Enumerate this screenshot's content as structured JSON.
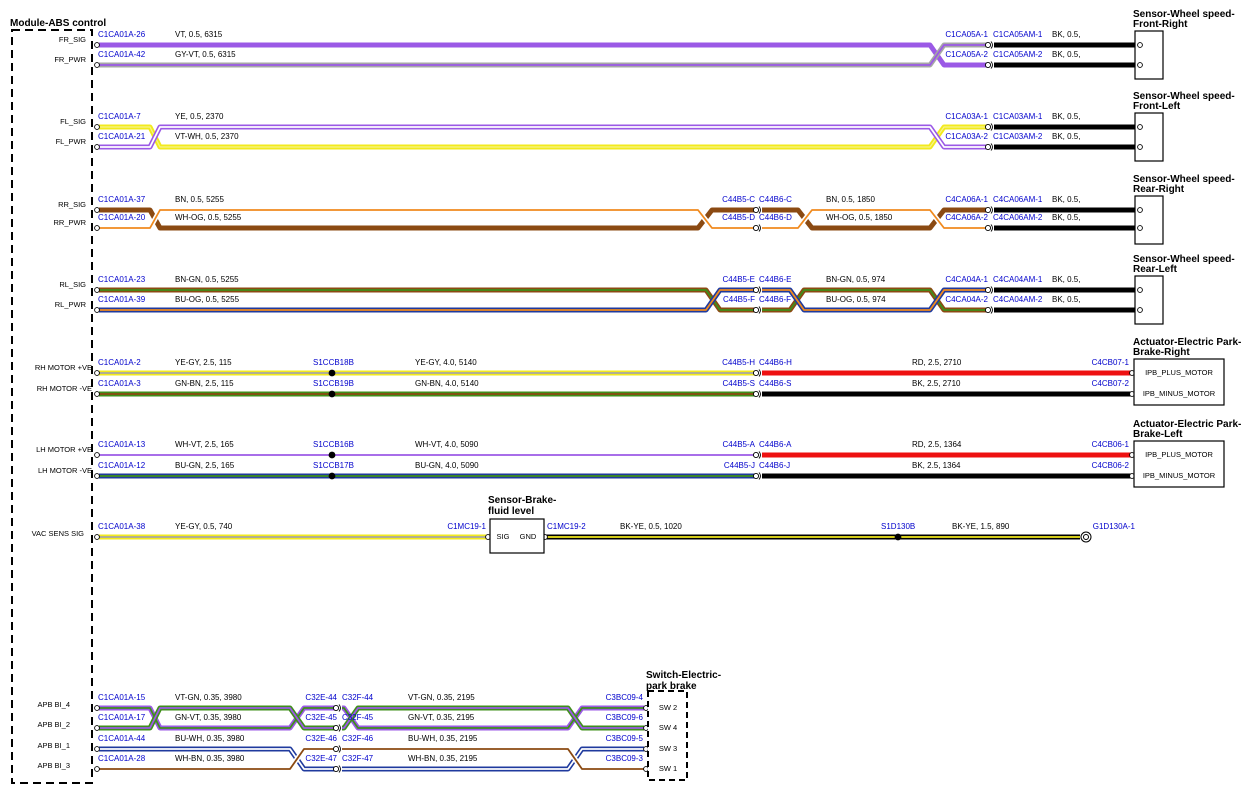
{
  "colors": {
    "VT": "#9b59e6",
    "GY": "#a6a6a6",
    "YE": "#f2ea1e",
    "WH": "#ffffff",
    "BN": "#8b4a12",
    "OG": "#f08a1e",
    "GN": "#3f8f1a",
    "BU": "#1f3a9e",
    "BK": "#000000",
    "RD": "#ee1111",
    "connector": "#0000cc"
  },
  "module": {
    "title": "Module-ABS control"
  },
  "components": [
    {
      "id": "fr",
      "title": [
        "Sensor-Wheel speed-",
        "Front-Right"
      ],
      "pins": []
    },
    {
      "id": "fl",
      "title": [
        "Sensor-Wheel speed-",
        "Front-Left"
      ],
      "pins": []
    },
    {
      "id": "rr",
      "title": [
        "Sensor-Wheel speed-",
        "Rear-Right"
      ],
      "pins": []
    },
    {
      "id": "rl",
      "title": [
        "Sensor-Wheel speed-",
        "Rear-Left"
      ],
      "pins": []
    },
    {
      "id": "epbr",
      "title": [
        "Actuator-Electric Park-",
        "Brake-Right"
      ],
      "pins": [
        "IPB_PLUS_MOTOR",
        "IPB_MINUS_MOTOR"
      ]
    },
    {
      "id": "epbl",
      "title": [
        "Actuator-Electric Park-",
        "Brake-Left"
      ],
      "pins": [
        "IPB_PLUS_MOTOR",
        "IPB_MINUS_MOTOR"
      ]
    },
    {
      "id": "bfl",
      "title": [
        "Sensor-Brake-",
        "fluid level"
      ],
      "pins": [
        "SIG",
        "GND"
      ]
    },
    {
      "id": "sw",
      "title": [
        "Switch-Electric-",
        "park brake"
      ],
      "pins": [
        "SW 2",
        "SW 4",
        "SW 3",
        "SW 1"
      ]
    }
  ],
  "circuits": [
    {
      "pin": "FR_SIG",
      "color": "VT",
      "segments": [
        {
          "from_conn": "C1CA01A-26",
          "label": "VT,  0.5,  6315",
          "to_conn": "C1CA05A-1"
        },
        {
          "from_conn": "C1CA05AM-1",
          "label": "BK,  0.5,",
          "to_conn": "",
          "color": "BK"
        }
      ]
    },
    {
      "pin": "FR_PWR",
      "color": "GY-VT",
      "segments": [
        {
          "from_conn": "C1CA01A-42",
          "label": "GY-VT,  0.5,  6315",
          "to_conn": "C1CA05A-2"
        },
        {
          "from_conn": "C1CA05AM-2",
          "label": "BK,  0.5,",
          "to_conn": "",
          "color": "BK"
        }
      ]
    },
    {
      "pin": "FL_SIG",
      "color": "YE",
      "segments": [
        {
          "from_conn": "C1CA01A-7",
          "label": "YE,  0.5,  2370",
          "to_conn": "C1CA03A-1"
        },
        {
          "from_conn": "C1CA03AM-1",
          "label": "BK,  0.5,",
          "to_conn": "",
          "color": "BK"
        }
      ]
    },
    {
      "pin": "FL_PWR",
      "color": "VT-WH",
      "segments": [
        {
          "from_conn": "C1CA01A-21",
          "label": "VT-WH,  0.5,  2370",
          "to_conn": "C1CA03A-2"
        },
        {
          "from_conn": "C1CA03AM-2",
          "label": "BK,  0.5,",
          "to_conn": "",
          "color": "BK"
        }
      ]
    },
    {
      "pin": "RR_SIG",
      "color": "BN",
      "segments": [
        {
          "from_conn": "C1CA01A-37",
          "label": "BN,  0.5,  5255",
          "to_conn": "C44B5-C"
        },
        {
          "from_conn": "C44B6-C",
          "label": "BN,  0.5,  1850",
          "to_conn": "C4CA06A-1"
        },
        {
          "from_conn": "C4CA06AM-1",
          "label": "BK,  0.5,",
          "to_conn": "",
          "color": "BK"
        }
      ]
    },
    {
      "pin": "RR_PWR",
      "color": "WH-OG",
      "segments": [
        {
          "from_conn": "C1CA01A-20",
          "label": "WH-OG,  0.5,  5255",
          "to_conn": "C44B5-D"
        },
        {
          "from_conn": "C44B6-D",
          "label": "WH-OG,  0.5,  1850",
          "to_conn": "C4CA06A-2"
        },
        {
          "from_conn": "C4CA06AM-2",
          "label": "BK,  0.5,",
          "to_conn": "",
          "color": "BK"
        }
      ]
    },
    {
      "pin": "RL_SIG",
      "color": "BN-GN",
      "segments": [
        {
          "from_conn": "C1CA01A-23",
          "label": "BN-GN,  0.5,  5255",
          "to_conn": "C44B5-E"
        },
        {
          "from_conn": "C44B6-E",
          "label": "BN-GN,  0.5,  974",
          "to_conn": "C4CA04A-1"
        },
        {
          "from_conn": "C4CA04AM-1",
          "label": "BK,  0.5,",
          "to_conn": "",
          "color": "BK"
        }
      ]
    },
    {
      "pin": "RL_PWR",
      "color": "BU-OG",
      "segments": [
        {
          "from_conn": "C1CA01A-39",
          "label": "BU-OG,  0.5,  5255",
          "to_conn": "C44B5-F"
        },
        {
          "from_conn": "C44B6-F",
          "label": "BU-OG,  0.5,  974",
          "to_conn": "C4CA04A-2"
        },
        {
          "from_conn": "C4CA04AM-2",
          "label": "BK,  0.5,",
          "to_conn": "",
          "color": "BK"
        }
      ]
    },
    {
      "pin": "RH MOTOR +VE",
      "color": "YE-GY",
      "segments": [
        {
          "from_conn": "C1CA01A-2",
          "label": "YE-GY,  2.5,  115",
          "to_conn": "S1CCB18B"
        },
        {
          "from_conn": "",
          "label": "YE-GY,  4.0,  5140",
          "to_conn": "C44B5-H"
        },
        {
          "from_conn": "C44B6-H",
          "label": "RD,  2.5,  2710",
          "to_conn": "C4CB07-1",
          "color": "RD"
        }
      ]
    },
    {
      "pin": "RH MOTOR -VE",
      "color": "GN-BN",
      "segments": [
        {
          "from_conn": "C1CA01A-3",
          "label": "GN-BN,  2.5,  115",
          "to_conn": "S1CCB19B"
        },
        {
          "from_conn": "",
          "label": "GN-BN,  4.0,  5140",
          "to_conn": "C44B5-S"
        },
        {
          "from_conn": "C44B6-S",
          "label": "BK,  2.5,  2710",
          "to_conn": "C4CB07-2",
          "color": "BK"
        }
      ]
    },
    {
      "pin": "LH MOTOR +VE",
      "color": "WH-VT",
      "segments": [
        {
          "from_conn": "C1CA01A-13",
          "label": "WH-VT,  2.5,  165",
          "to_conn": "S1CCB16B"
        },
        {
          "from_conn": "",
          "label": "WH-VT,  4.0,  5090",
          "to_conn": "C44B5-A"
        },
        {
          "from_conn": "C44B6-A",
          "label": "RD,  2.5,  1364",
          "to_conn": "C4CB06-1",
          "color": "RD"
        }
      ]
    },
    {
      "pin": "LH MOTOR -VE",
      "color": "BU-GN",
      "segments": [
        {
          "from_conn": "C1CA01A-12",
          "label": "BU-GN,  2.5,  165",
          "to_conn": "S1CCB17B"
        },
        {
          "from_conn": "",
          "label": "BU-GN,  4.0,  5090",
          "to_conn": "C44B5-J"
        },
        {
          "from_conn": "C44B6-J",
          "label": "BK,  2.5,  1364",
          "to_conn": "C4CB06-2",
          "color": "BK"
        }
      ]
    },
    {
      "pin": "VAC SENS SIG",
      "color": "YE-GY",
      "segments": [
        {
          "from_conn": "C1CA01A-38",
          "label": "YE-GY,  0.5,  740",
          "to_conn": "C1MC19-1"
        },
        {
          "from_conn": "C1MC19-2",
          "label": "BK-YE,  0.5,  1020",
          "to_conn": "S1D130B",
          "color": "BK-YE"
        },
        {
          "from_conn": "",
          "label": "BK-YE,  1.5,  890",
          "to_conn": "G1D130A-1",
          "color": "BK-YE"
        }
      ]
    },
    {
      "pin": "APB BI_4",
      "color": "VT-GN",
      "segments": [
        {
          "from_conn": "C1CA01A-15",
          "label": "VT-GN,  0.35,  3980",
          "to_conn": "C32E-44"
        },
        {
          "from_conn": "C32F-44",
          "label": "VT-GN,  0.35,  2195",
          "to_conn": "C3BC09-4"
        }
      ]
    },
    {
      "pin": "APB BI_2",
      "color": "GN-VT",
      "segments": [
        {
          "from_conn": "C1CA01A-17",
          "label": "GN-VT,  0.35,  3980",
          "to_conn": "C32E-45"
        },
        {
          "from_conn": "C32F-45",
          "label": "GN-VT,  0.35,  2195",
          "to_conn": "C3BC09-6"
        }
      ]
    },
    {
      "pin": "APB BI_1",
      "color": "BU-WH",
      "segments": [
        {
          "from_conn": "C1CA01A-44",
          "label": "BU-WH,  0.35,  3980",
          "to_conn": "C32E-46"
        },
        {
          "from_conn": "C32F-46",
          "label": "BU-WH,  0.35,  2195",
          "to_conn": "C3BC09-5"
        }
      ]
    },
    {
      "pin": "APB BI_3",
      "color": "WH-BN",
      "segments": [
        {
          "from_conn": "C1CA01A-28",
          "label": "WH-BN,  0.35,  3980",
          "to_conn": "C32E-47"
        },
        {
          "from_conn": "C32F-47",
          "label": "WH-BN,  0.35,  2195",
          "to_conn": "C3BC09-3"
        }
      ]
    }
  ]
}
